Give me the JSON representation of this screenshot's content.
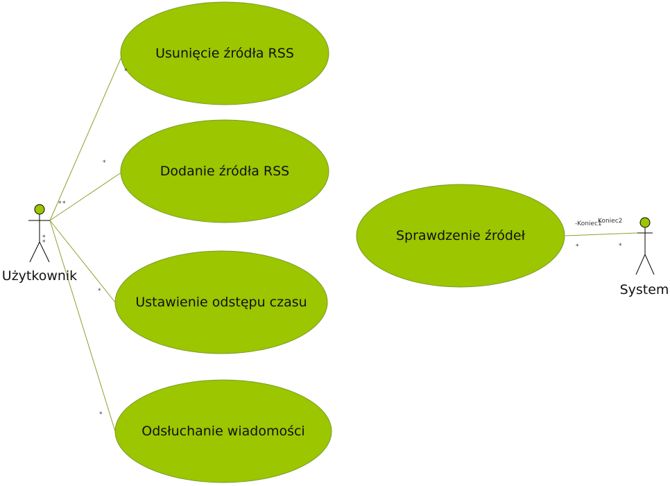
{
  "colors": {
    "usecase_fill": "#9bc600",
    "usecase_stroke": "#7a9a2e",
    "actor_head": "#9bc600",
    "line": "#8aa12a",
    "stick": "#000000"
  },
  "actors": {
    "user": {
      "label": "Użytkownik"
    },
    "system": {
      "label": "System"
    }
  },
  "use_cases": {
    "remove_rss": {
      "label": "Usunięcie źródła RSS"
    },
    "add_rss": {
      "label": "Dodanie źródła RSS"
    },
    "set_interval": {
      "label": "Ustawienie odstępu czasu"
    },
    "listen_messages": {
      "label": "Odsłuchanie wiadomości"
    },
    "check_sources": {
      "label": "Sprawdzenie źródeł"
    }
  },
  "multiplicities": {
    "user_remove_uc": "*",
    "user_remove_actor": "*",
    "user_add_uc": "*",
    "user_add_actor": "*",
    "user_interval_uc": "*",
    "user_interval_actor": "*",
    "user_listen_uc": "*",
    "user_listen_actor": "*",
    "system_check_uc": "*",
    "system_check_actor": "*"
  },
  "roles": {
    "end1": "-Koniec1",
    "end2": "Koniec2"
  }
}
